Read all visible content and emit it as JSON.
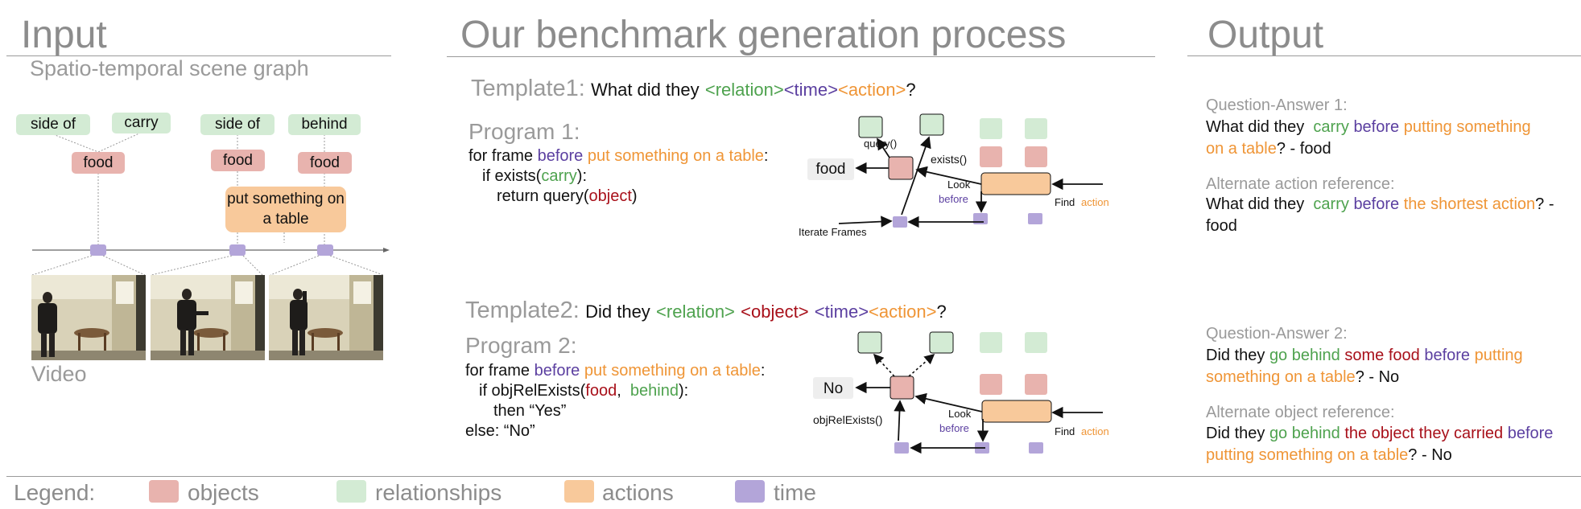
{
  "headers": {
    "input": "Input",
    "process": "Our benchmark generation process",
    "output": "Output"
  },
  "input": {
    "graph_label": "Spatio-temporal scene graph",
    "relations": [
      "side of",
      "carry",
      "side of",
      "behind"
    ],
    "objects": [
      "food",
      "food",
      "food"
    ],
    "action": "put something on a table",
    "video_label": "Video"
  },
  "template1": {
    "label": "Template1:",
    "text": "What did they",
    "relation": "<relation>",
    "time": "<time>",
    "action": "<action>",
    "q": "?"
  },
  "program1": {
    "title": "Program 1:",
    "l1_a": "for frame",
    "l1_before": "before",
    "l1_action": "put something on a table",
    "l1_colon": ":",
    "l2_a": "if exists(",
    "l2_carry": "carry",
    "l2_b": "):",
    "l3_a": "return query(",
    "l3_obj": "object",
    "l3_b": ")"
  },
  "diagram1": {
    "query": "query()",
    "exists": "exists()",
    "result": "food",
    "look": "Look",
    "before": "before",
    "find": "Find",
    "action": "action",
    "iterate": "Iterate Frames"
  },
  "template2": {
    "label": "Template2:",
    "text": "Did they",
    "relation": "<relation>",
    "object": "<object>",
    "time": "<time>",
    "action": "<action>",
    "q": "?"
  },
  "program2": {
    "title": "Program 2:",
    "l1_a": "for frame",
    "l1_before": "before",
    "l1_action": "put something on a table",
    "l1_colon": ":",
    "l2_a": "if objRelExists(",
    "l2_food": "food",
    "l2_comma": ",",
    "l2_behind": "behind",
    "l2_b": "):",
    "l3": "then “Yes”",
    "l4": "else: “No”"
  },
  "diagram2": {
    "result": "No",
    "fn": "objRelExists()",
    "look": "Look",
    "before": "before",
    "find": "Find",
    "action": "action"
  },
  "output": {
    "qa1_label": "Question-Answer 1:",
    "qa1": {
      "a": "What did they",
      "carry": "carry",
      "before": "before",
      "action": "putting something on a table",
      "end": "? - food"
    },
    "alt1_label": "Alternate action reference:",
    "alt1": {
      "a": "What did they",
      "carry": "carry",
      "before": "before",
      "action": "the shortest action",
      "end": "? - food"
    },
    "qa2_label": "Question-Answer 2:",
    "qa2": {
      "a": "Did they",
      "rel": "go behind",
      "obj": "some food",
      "before": "before",
      "action": "putting something on a table",
      "end": "? - No"
    },
    "alt2_label": "Alternate object reference:",
    "alt2": {
      "a": "Did they",
      "rel": "go behind",
      "obj": "the object they carried",
      "before": "before",
      "action": "putting something on a table",
      "end": "? - No"
    }
  },
  "legend": {
    "label": "Legend:",
    "objects": "objects",
    "relationships": "relationships",
    "actions": "actions",
    "time": "time"
  },
  "colors": {
    "object": "#e8b3ae",
    "relationship": "#d3ebd4",
    "action": "#f8c99b",
    "time": "#b3a5d9",
    "relation_text": "#4ea24e",
    "time_text": "#5b3fa0",
    "action_text": "#ef9536",
    "object_text": "#a8101a"
  }
}
